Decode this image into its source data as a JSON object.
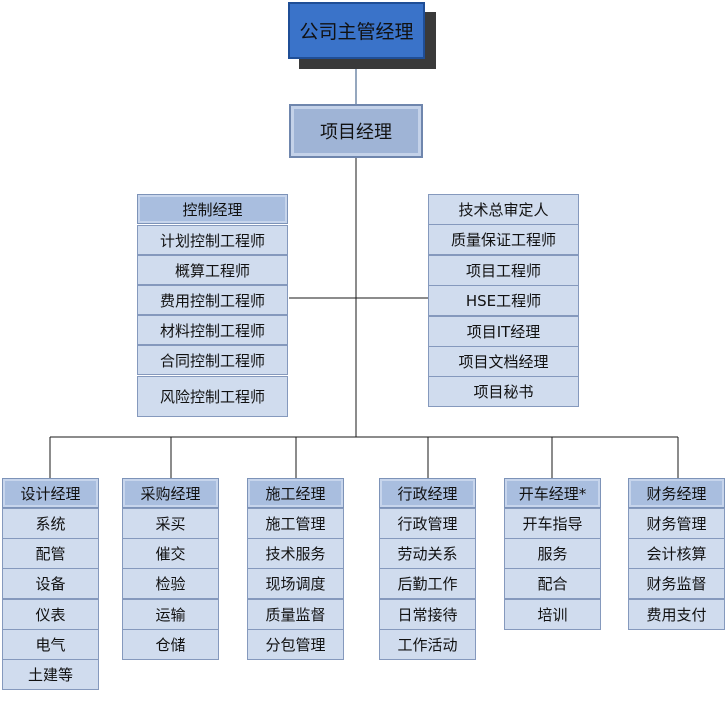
{
  "top": "公司主管经理",
  "pm": "项目经理",
  "control": {
    "head": "控制经理",
    "items": [
      "计划控制工程师",
      "概算工程师",
      "费用控制工程师",
      "材料控制工程师",
      "合同控制工程师",
      "风险控制工程师"
    ]
  },
  "tech": {
    "items": [
      "技术总审定人",
      "质量保证工程师",
      "项目工程师",
      "HSE工程师",
      "项目IT经理",
      "项目文档经理",
      "项目秘书"
    ]
  },
  "departments": [
    {
      "head": "设计经理",
      "items": [
        "系统",
        "配管",
        "设备",
        "仪表",
        "电气",
        "土建等"
      ]
    },
    {
      "head": "采购经理",
      "items": [
        "采买",
        "催交",
        "检验",
        "运输",
        "仓储"
      ]
    },
    {
      "head": "施工经理",
      "items": [
        "施工管理",
        "技术服务",
        "现场调度",
        "质量监督",
        "分包管理"
      ]
    },
    {
      "head": "行政经理",
      "items": [
        "行政管理",
        "劳动关系",
        "后勤工作",
        "日常接待",
        "工作活动"
      ]
    },
    {
      "head": "开车经理*",
      "items": [
        "开车指导",
        "服务",
        "配合",
        "培训"
      ]
    },
    {
      "head": "财务经理",
      "items": [
        "财务管理",
        "会计核算",
        "财务监督",
        "费用支付"
      ]
    }
  ],
  "colors": {
    "top_fill": "#3a73c9",
    "head_fill": "#a9bedf",
    "cell_fill": "#d0dcee",
    "line": "#1a1a1a"
  }
}
